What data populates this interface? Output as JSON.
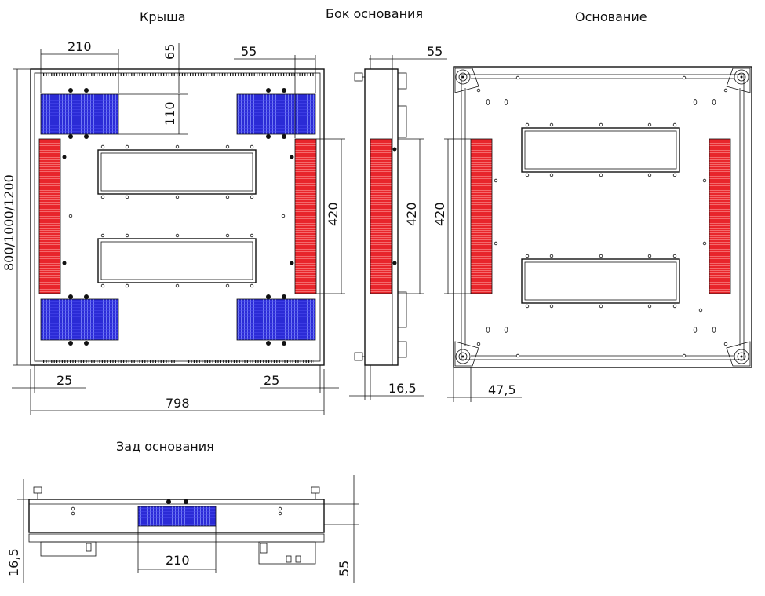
{
  "titles": {
    "roof": "Крыша",
    "base_side": "Бок основания",
    "base": "Основание",
    "base_back": "Зад основания"
  },
  "dimensions": {
    "roof_panel_width": "210",
    "roof_top_offset": "65",
    "roof_right_offset": "55",
    "roof_panel_height": "110",
    "roof_red_height": "420",
    "roof_depth": "800/1000/1200",
    "roof_left_margin": "25",
    "roof_right_margin": "25",
    "roof_width": "798",
    "side_top": "55",
    "side_red_height": "420",
    "side_bottom": "16,5",
    "base_red_height": "420",
    "base_bottom": "47,5",
    "back_panel_width": "210",
    "back_left": "16,5",
    "back_right": "55"
  },
  "colors": {
    "blue_panel": "#2b2bd6",
    "red_panel": "#e8252b",
    "line": "#111111"
  }
}
